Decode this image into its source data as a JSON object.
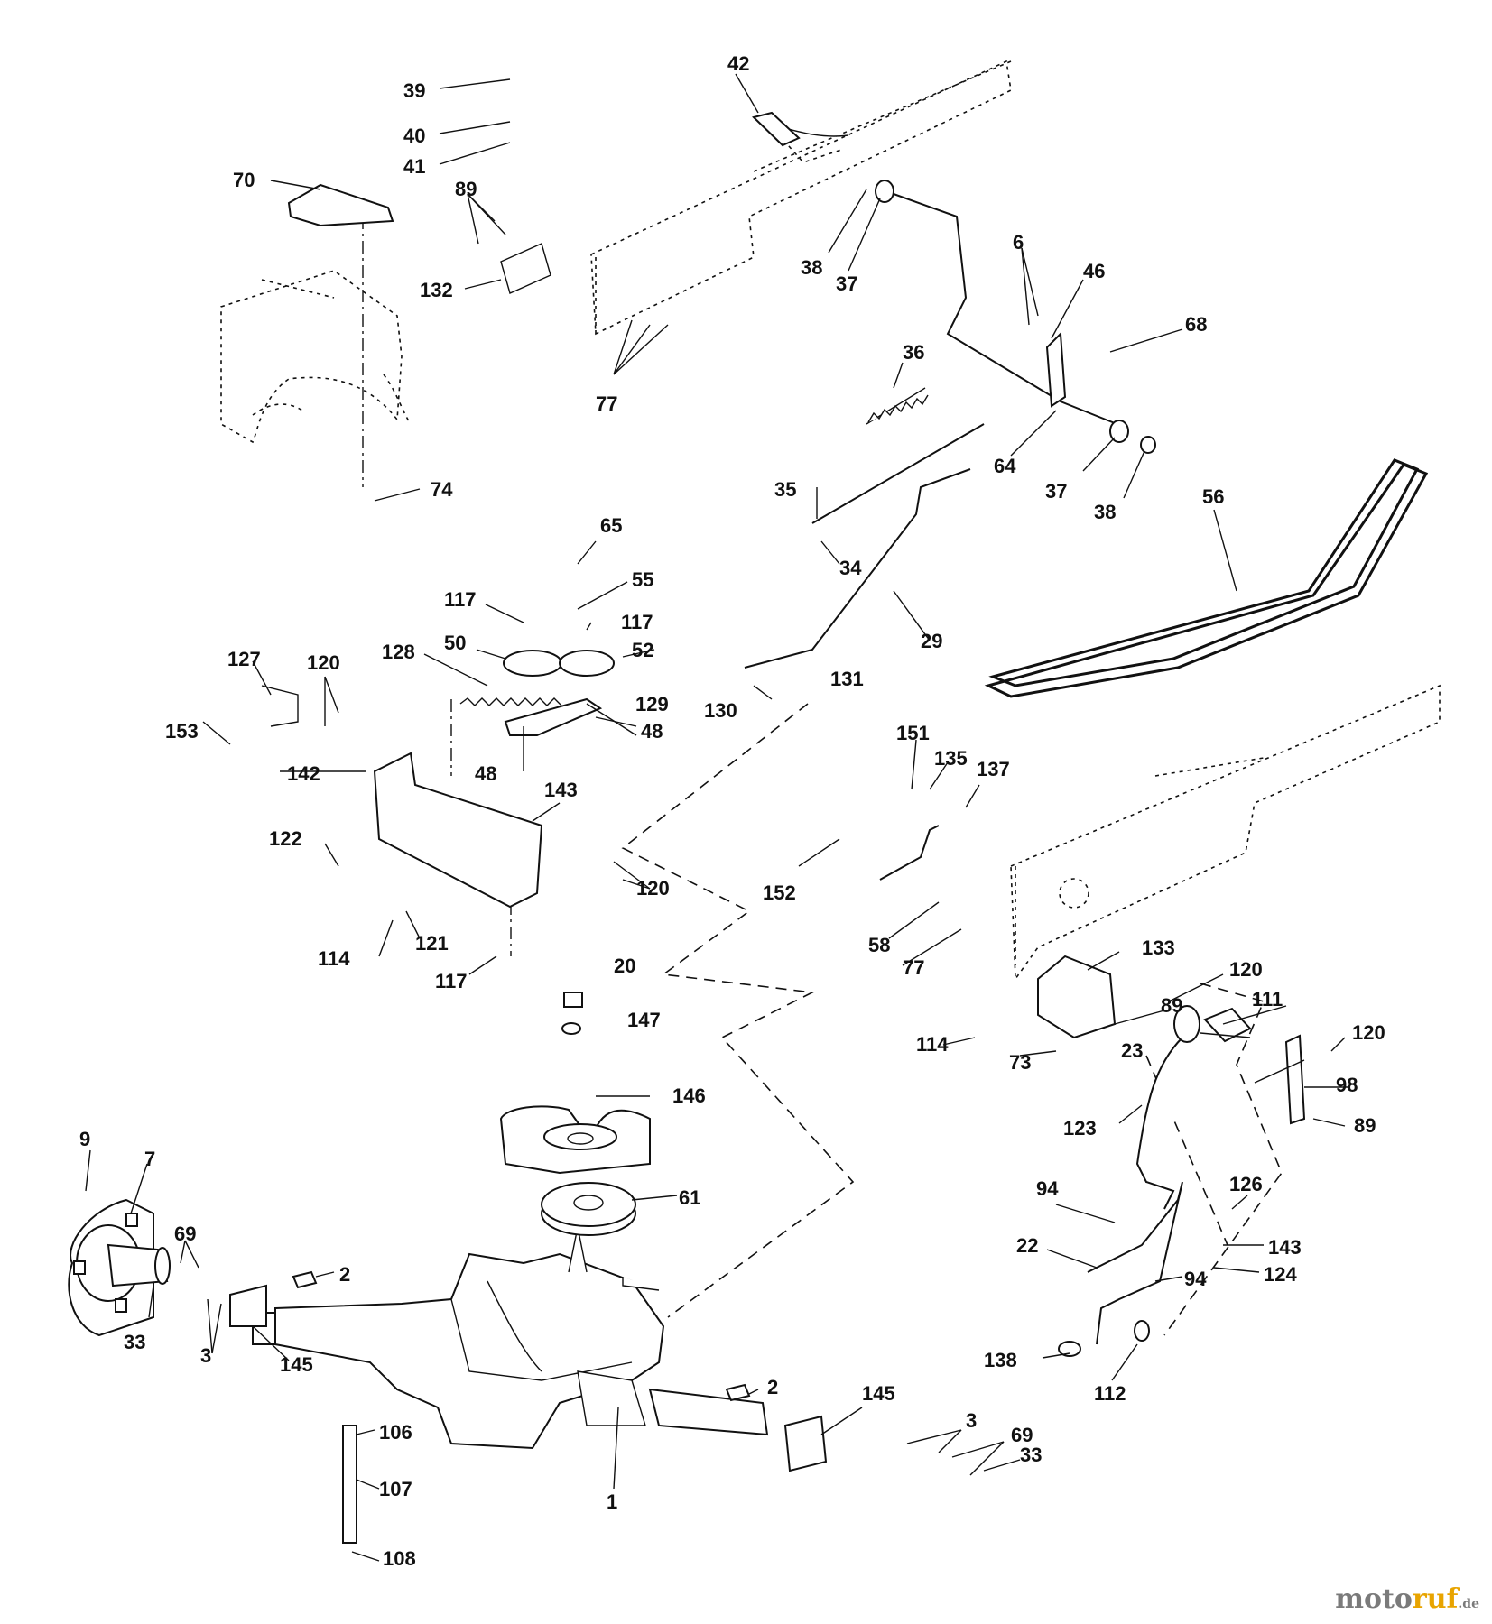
{
  "diagram": {
    "callouts": [
      "39",
      "40",
      "41",
      "42",
      "70",
      "89",
      "132",
      "77",
      "6",
      "46",
      "68",
      "38",
      "37",
      "36",
      "64",
      "37",
      "38",
      "74",
      "35",
      "34",
      "56",
      "65",
      "55",
      "117",
      "117",
      "50",
      "52",
      "29",
      "127",
      "120",
      "128",
      "153",
      "129",
      "48",
      "48",
      "130",
      "131",
      "142",
      "143",
      "151",
      "135",
      "137",
      "122",
      "120",
      "152",
      "114",
      "121",
      "117",
      "58",
      "77",
      "133",
      "120",
      "20",
      "89",
      "111",
      "147",
      "114",
      "73",
      "23",
      "120",
      "98",
      "89",
      "146",
      "123",
      "9",
      "7",
      "61",
      "94",
      "126",
      "69",
      "2",
      "143",
      "22",
      "124",
      "94",
      "33",
      "3",
      "145",
      "2",
      "145",
      "138",
      "112",
      "106",
      "3",
      "69",
      "33",
      "107",
      "1",
      "108"
    ]
  },
  "watermark": {
    "text_main": "moto",
    "text_accent": "ruf",
    "text_tld": ".de"
  }
}
